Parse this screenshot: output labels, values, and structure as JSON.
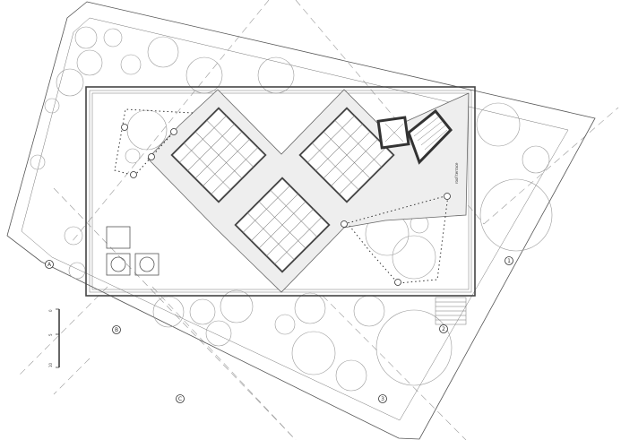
{
  "grid_labels": {
    "a": "A",
    "b": "B",
    "c": "C",
    "one": "1",
    "two": "2",
    "three": "3"
  },
  "annotations": {
    "roof_terrace": "roof terrace"
  },
  "scale_bar": {
    "labels": [
      "0",
      "5",
      "10"
    ]
  }
}
